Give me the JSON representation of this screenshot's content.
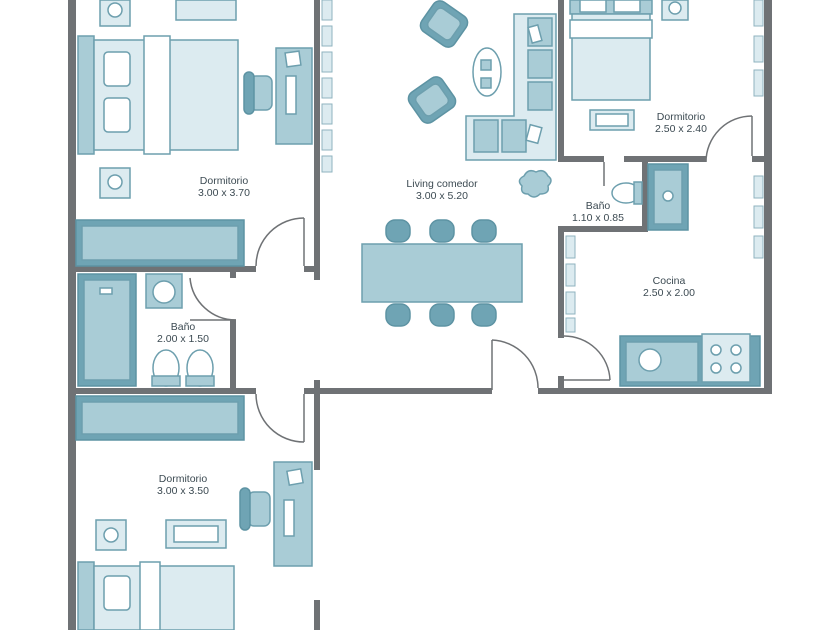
{
  "colors": {
    "wall": "#6f7275",
    "furniture_light": "#dcebf0",
    "furniture_mid": "#a9ccd6",
    "furniture_dark": "#6fa4b4",
    "outline": "#6d9fae",
    "text": "#3c4a52"
  },
  "rooms": [
    {
      "id": "dormitorio-1",
      "name": "Dormitorio",
      "size": "3.00 x 3.70"
    },
    {
      "id": "living-comedor",
      "name": "Living comedor",
      "size": "3.00 x 5.20"
    },
    {
      "id": "dormitorio-2",
      "name": "Dormitorio",
      "size": "2.50 x 2.40"
    },
    {
      "id": "bano-1",
      "name": "Baño",
      "size": "1.10 x 0.85"
    },
    {
      "id": "cocina",
      "name": "Cocina",
      "size": "2.50 x 2.00"
    },
    {
      "id": "bano-2",
      "name": "Baño",
      "size": "2.00 x 1.50"
    },
    {
      "id": "dormitorio-3",
      "name": "Dormitorio",
      "size": "3.00 x 3.50"
    }
  ]
}
